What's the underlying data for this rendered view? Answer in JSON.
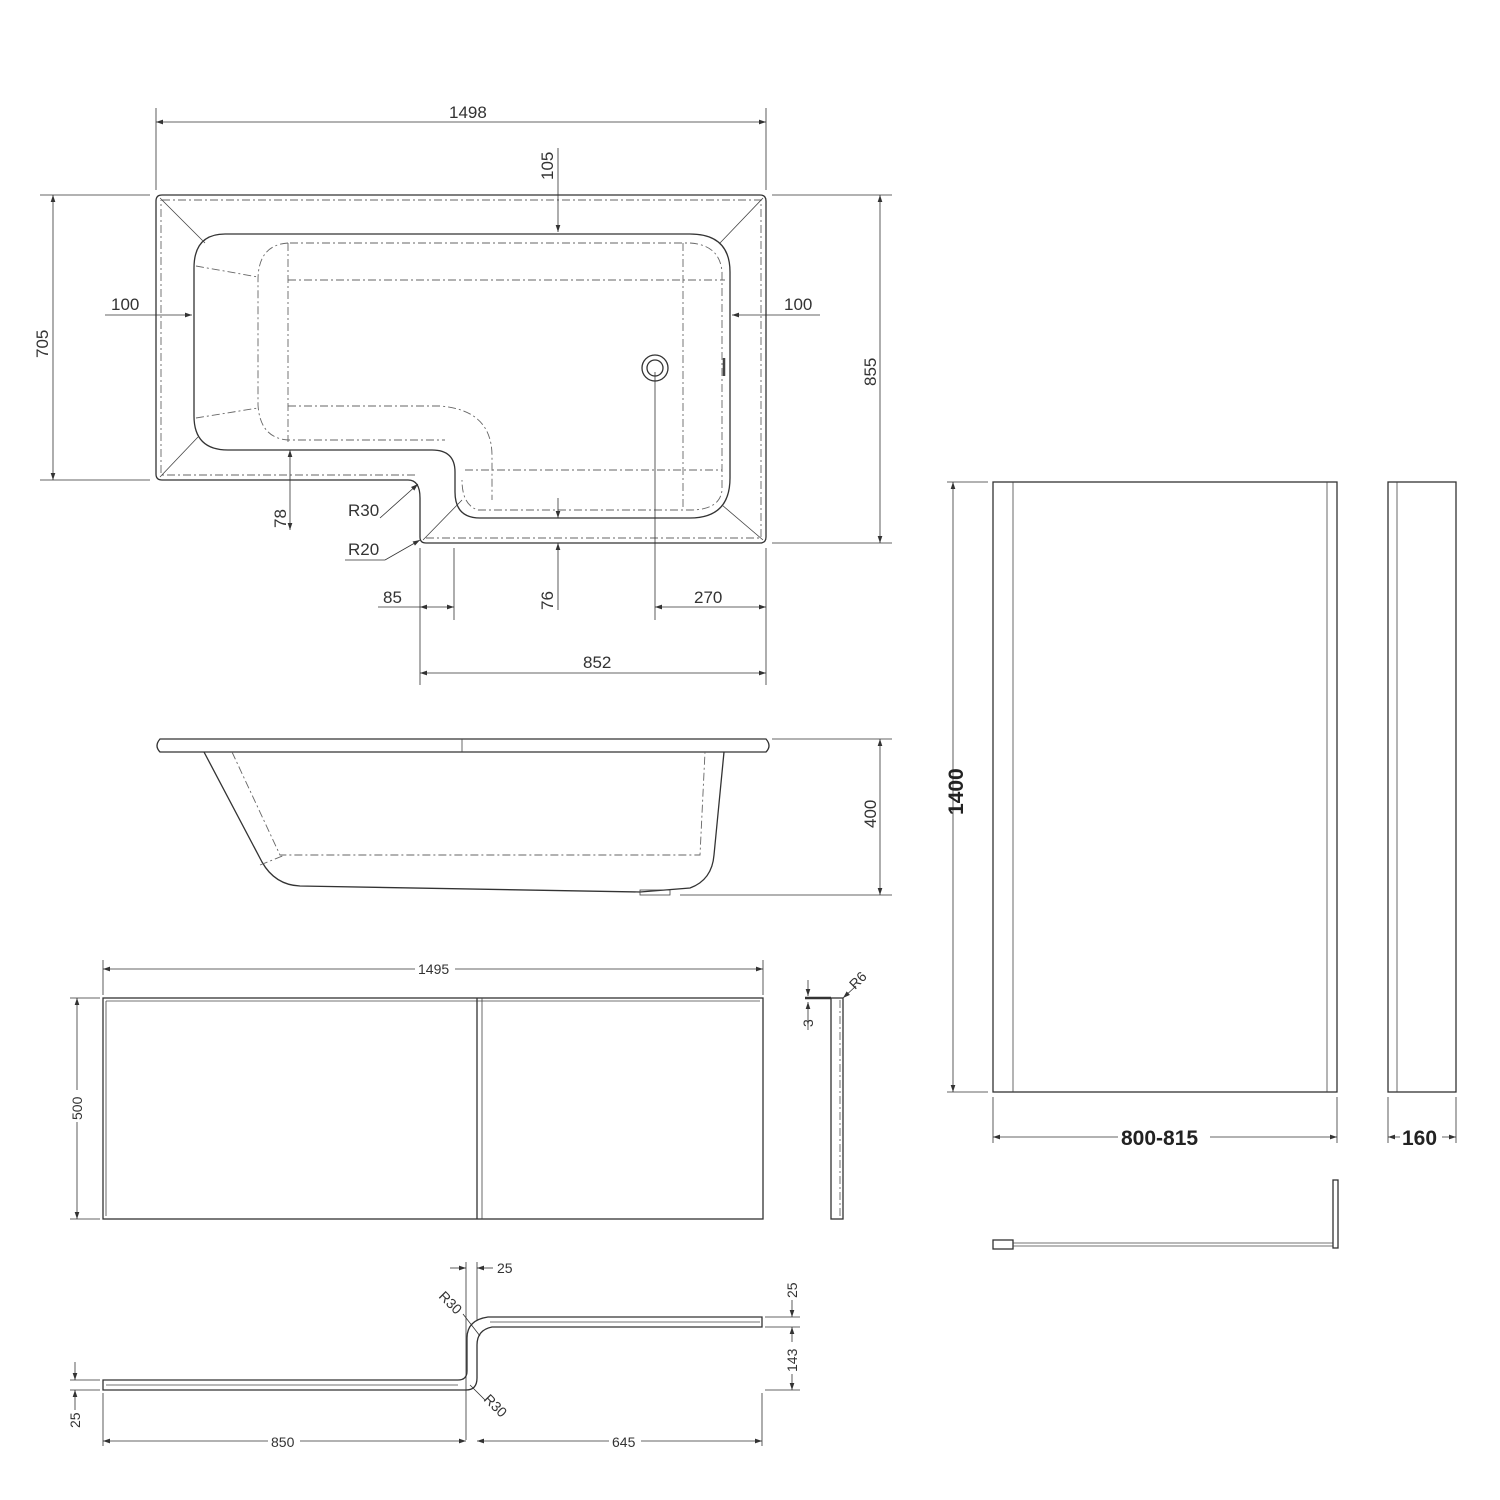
{
  "drawing": {
    "top_view": {
      "dims": {
        "overall_length": "1498",
        "rim_top": "105",
        "rim_left": "100",
        "rim_right": "100",
        "narrow_width": "705",
        "wide_width": "855",
        "step_inset": "78",
        "radius_outer": "R30",
        "radius_inner": "R20",
        "step_offset": "85",
        "rim_bottom": "76",
        "waste_offset": "270",
        "wide_section_length": "852"
      }
    },
    "side_view": {
      "dims": {
        "depth": "400"
      }
    },
    "front_panel": {
      "dims": {
        "length": "1495",
        "height": "500",
        "thickness": "3",
        "radius": "R6"
      }
    },
    "panel_plan": {
      "dims": {
        "return_thickness": "25",
        "radius_top": "R30",
        "radius_bottom": "R30",
        "end_thickness": "25",
        "step_depth": "143",
        "left_thickness": "25",
        "left_length": "850",
        "right_length": "645"
      }
    },
    "screen": {
      "dims": {
        "height": "1400",
        "width": "800-815",
        "return_width": "160"
      }
    }
  }
}
